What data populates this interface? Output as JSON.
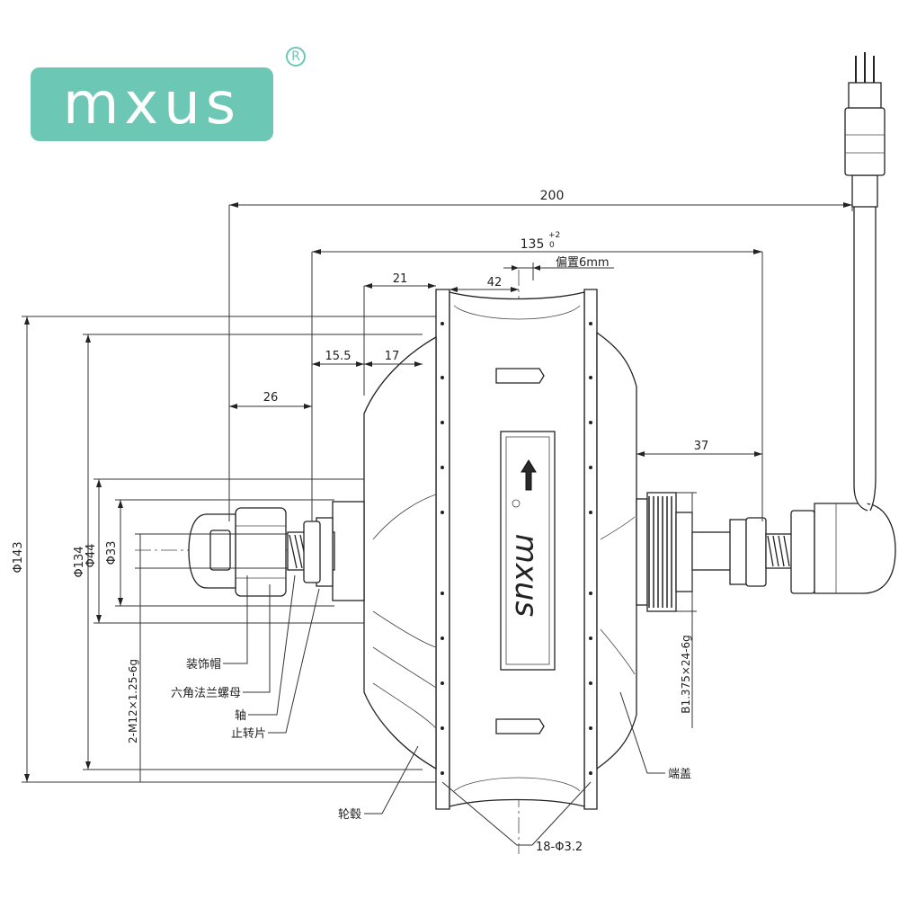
{
  "brand": {
    "logo_text": "mxus",
    "registered_mark": "R",
    "logo_color": "#6cc8b4"
  },
  "dimensions": {
    "overall_width": "200",
    "hub_width": "135",
    "hub_width_tol_upper": "+2",
    "hub_width_tol_lower": "0",
    "offset_label": "偏置6mm",
    "d21": "21",
    "d42": "42",
    "d15_5": "15.5",
    "d17": "17",
    "d26": "26",
    "d37": "37",
    "dia143": "Φ143",
    "dia134": "Φ134",
    "dia44": "Φ44",
    "dia33": "Φ33",
    "axle_thread": "2-M12×1.25-6g",
    "freewheel_thread": "B1.375×24-6g",
    "spoke_holes": "18-Φ3.2"
  },
  "callouts": {
    "decorative_cap": "装饰帽",
    "hex_flange_nut": "六角法兰螺母",
    "axle": "轴",
    "torque_washer": "止转片",
    "hub_shell": "轮毂",
    "end_cover": "端盖"
  },
  "shell_marking": "mxus"
}
